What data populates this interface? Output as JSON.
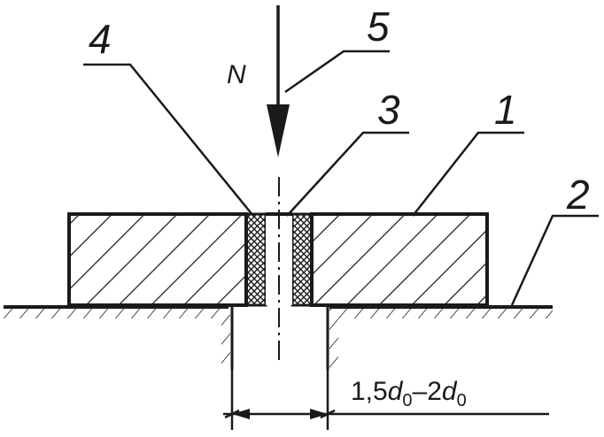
{
  "callouts": {
    "plate": "1",
    "base": "2",
    "hole": "3",
    "insert": "4",
    "load_line": "5"
  },
  "force": {
    "label": "N"
  },
  "dimension": {
    "prefix": "1,5",
    "var1": "d",
    "sub1": "0",
    "dash": "–2",
    "var2": "d",
    "sub2": "0"
  },
  "colors": {
    "ink": "#1a1a1a",
    "background": "#ffffff"
  }
}
